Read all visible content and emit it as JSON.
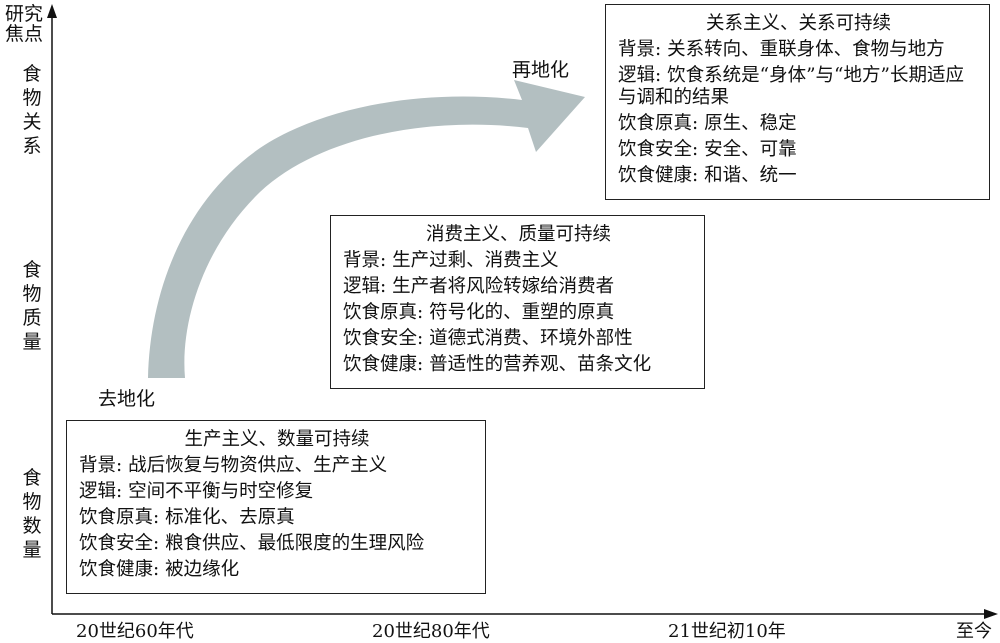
{
  "y_axis": {
    "title": "研究焦点",
    "categories": [
      "食物关系",
      "食物质量",
      "食物数量"
    ]
  },
  "x_axis": {
    "ticks": [
      "20世纪60年代",
      "20世纪80年代",
      "21世纪初10年",
      "至今"
    ]
  },
  "phases": {
    "delocalization": "去地化",
    "relocalization": "再地化"
  },
  "boxes": [
    {
      "title": "生产主义、数量可持续",
      "rows": [
        {
          "label": "背景:",
          "text": "战后恢复与物资供应、生产主义"
        },
        {
          "label": "逻辑:",
          "text": "空间不平衡与时空修复"
        },
        {
          "label": "饮食原真:",
          "text": "标准化、去原真"
        },
        {
          "label": "饮食安全:",
          "text": "粮食供应、最低限度的生理风险"
        },
        {
          "label": "饮食健康:",
          "text": "被边缘化"
        }
      ]
    },
    {
      "title": "消费主义、质量可持续",
      "rows": [
        {
          "label": "背景:",
          "text": "生产过剩、消费主义"
        },
        {
          "label": "逻辑:",
          "text": "生产者将风险转嫁给消费者"
        },
        {
          "label": "饮食原真:",
          "text": "符号化的、重塑的原真"
        },
        {
          "label": "饮食安全:",
          "text": "道德式消费、环境外部性"
        },
        {
          "label": "饮食健康:",
          "text": "普适性的营养观、苗条文化"
        }
      ]
    },
    {
      "title": "关系主义、关系可持续",
      "rows": [
        {
          "label": "背景:",
          "text": "关系转向、重联身体、食物与地方"
        },
        {
          "label": "逻辑:",
          "text": "饮食系统是“身体”与“地方”长期适应与调和的结果"
        },
        {
          "label": "饮食原真:",
          "text": "原生、稳定"
        },
        {
          "label": "饮食安全:",
          "text": "安全、可靠"
        },
        {
          "label": "饮食健康:",
          "text": "和谐、统一"
        }
      ]
    }
  ],
  "colors": {
    "arrow": "#b3bfc1",
    "axis": "#111111",
    "box_border": "#222222"
  }
}
